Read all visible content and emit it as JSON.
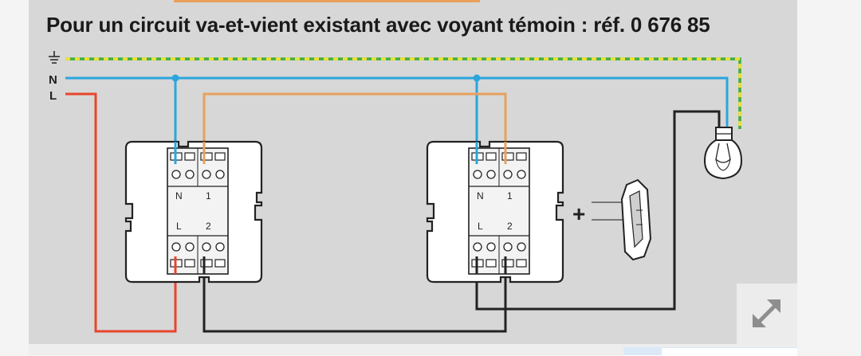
{
  "title": "Pour un circuit va-et-vient existant avec voyant témoin : réf. 0 676 85",
  "line_labels": {
    "neutral": "N",
    "live": "L"
  },
  "switch_left": {
    "terminal_n": "N",
    "terminal_1": "1",
    "terminal_l": "L",
    "terminal_2": "2"
  },
  "switch_right": {
    "terminal_n": "N",
    "terminal_1": "1",
    "terminal_l": "L",
    "terminal_2": "2"
  },
  "plus_sign": "+",
  "icons": {
    "earth": "earth-ground-icon",
    "lamp": "light-bulb-icon",
    "indicator": "indicator-light-module-icon",
    "expand": "expand-arrows-icon"
  },
  "colors": {
    "earth_yellow": "#f2e233",
    "earth_green": "#3fae3f",
    "neutral_blue": "#2aa6dc",
    "live_red": "#e8452c",
    "traveller_orange": "#e8a05c",
    "return_black": "#222222",
    "background": "#d7d7d7"
  }
}
